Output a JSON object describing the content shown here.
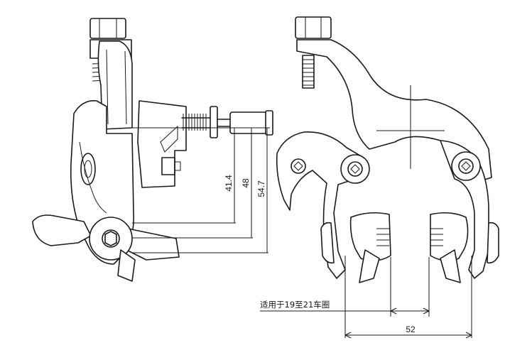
{
  "diagram": {
    "dimensions": {
      "d1": "41.4",
      "d2": "48",
      "d3": "54.7",
      "width": "52"
    },
    "rim_note": "适用于19至21车圈"
  }
}
